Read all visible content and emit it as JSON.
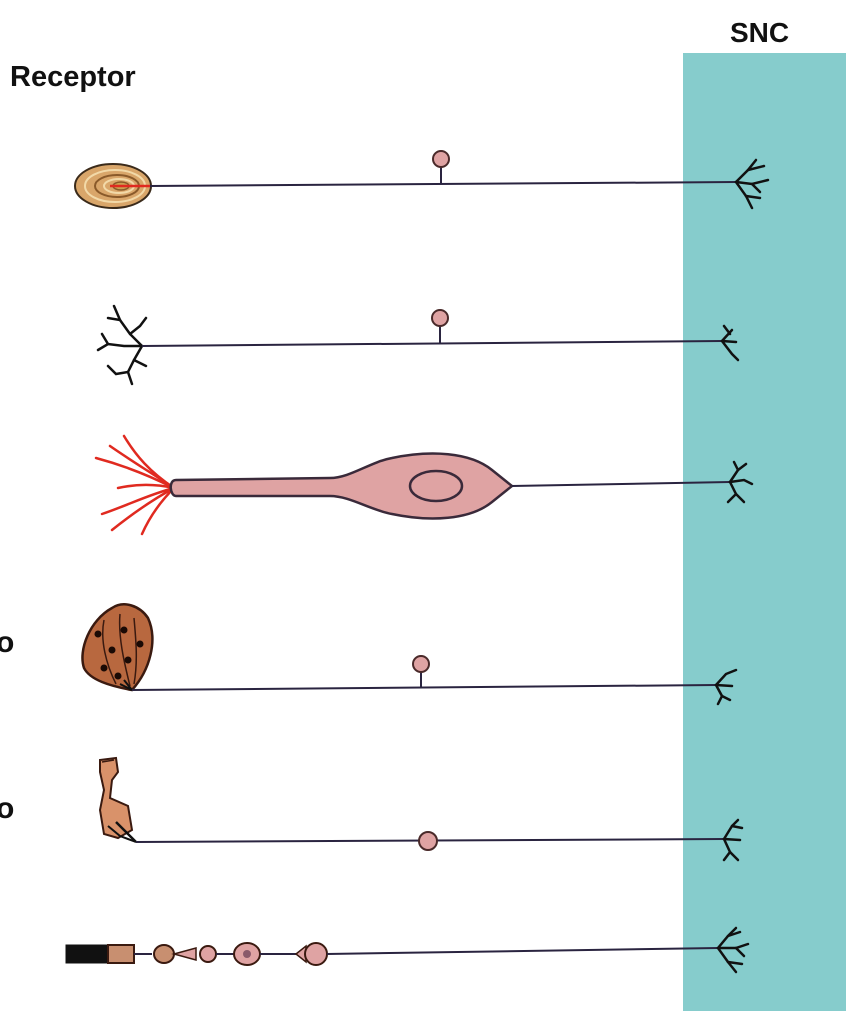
{
  "diagram": {
    "cns_label": "SNC",
    "receptor_label": "Receptor",
    "left_fragments": [
      "o",
      "o"
    ]
  },
  "colors": {
    "cns_region": "#86cccc",
    "soma_fill": "#dfa3a3",
    "soma_stroke": "#4a2a2a",
    "axon": "#2a2440",
    "free_ending": "#e02a20",
    "spindle": "#b8683f",
    "capsule_ring": "#c9a050",
    "terminal": "#111111"
  },
  "neurons": [
    {
      "id": "pacinian-corpuscle"
    },
    {
      "id": "free-nerve-ending"
    },
    {
      "id": "bipolar-sensory-cell"
    },
    {
      "id": "muscle-spindle"
    },
    {
      "id": "hair-cell"
    },
    {
      "id": "photoreceptor-chain"
    }
  ]
}
